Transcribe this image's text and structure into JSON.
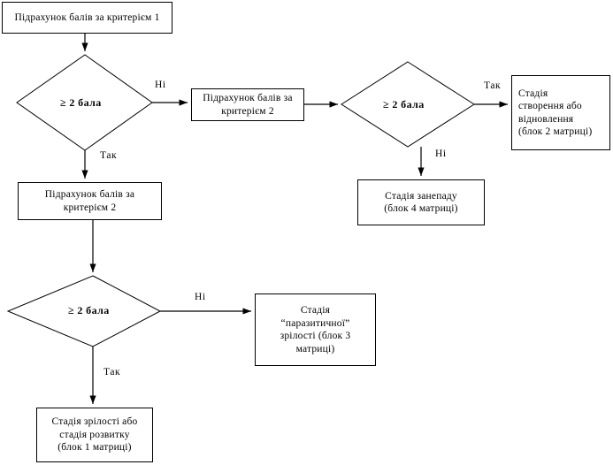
{
  "diagram": {
    "title": "Flowchart: visnachennia stadii za kryteriiamy",
    "type": "flowchart",
    "background_color": "#ffffff",
    "line_color": "#000000",
    "text_color": "#000000"
  },
  "nodes": {
    "process_criterion_1": {
      "label": "Підрахунок балів за критерієм 1",
      "shape": "rectangle"
    },
    "decision_1": {
      "label": "≥ 2 бала",
      "shape": "diamond"
    },
    "process_criterion_2_right": {
      "label": "Підрахунок балів за\nкритерієм 2",
      "line_1": "Підрахунок балів за",
      "line_2": "критерієм 2",
      "shape": "rectangle"
    },
    "decision_2": {
      "label": "≥ 2 бала",
      "shape": "diamond"
    },
    "stage_creation": {
      "line_1": "Стадія",
      "line_2": "створення або",
      "line_3": "відновлення",
      "line_4": "(блок 2 матриці)",
      "shape": "rectangle",
      "align": "left"
    },
    "stage_decline": {
      "line_1": "Стадія занепаду",
      "line_2": "(блок 4 матриці)",
      "shape": "rectangle"
    },
    "process_criterion_2_left": {
      "line_1": "Підрахунок балів за",
      "line_2": "критерієм 2",
      "shape": "rectangle"
    },
    "decision_3": {
      "label": "≥ 2 бала",
      "shape": "diamond"
    },
    "stage_parasitic": {
      "line_1": "Стадія",
      "line_2": "“паразитичної”",
      "line_3": "зрілості (блок 3",
      "line_4": "матриці)",
      "shape": "rectangle"
    },
    "stage_maturity": {
      "line_1": "Стадія зрілості або",
      "line_2": "стадія розвитку",
      "line_3": "(блок 1 матриці)",
      "shape": "rectangle"
    }
  },
  "edge_labels": {
    "d1_no": "Ні",
    "d1_yes": "Так",
    "d2_yes": "Так",
    "d2_no": "Ні",
    "d3_no": "Ні",
    "d3_yes": "Так"
  }
}
